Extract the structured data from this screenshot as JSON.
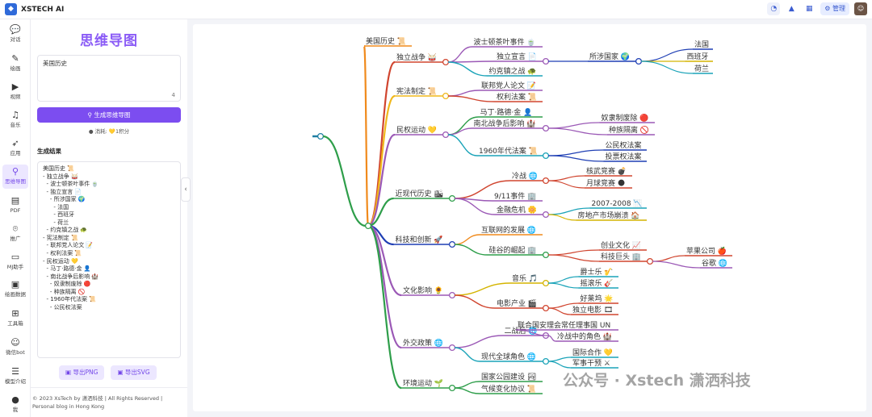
{
  "app": {
    "name": "XSTECH AI",
    "logo_glyph": "◆"
  },
  "topbar": {
    "admin_label": "⚙ 管理",
    "icons": [
      "chat-icon",
      "bell-icon",
      "gift-icon",
      "avatar"
    ]
  },
  "nav": [
    {
      "id": "chat",
      "label": "对话",
      "icon": "💬"
    },
    {
      "id": "draw",
      "label": "绘画",
      "icon": "✎"
    },
    {
      "id": "video",
      "label": "视频",
      "icon": "▶"
    },
    {
      "id": "music",
      "label": "音乐",
      "icon": "♫"
    },
    {
      "id": "apps",
      "label": "应用",
      "icon": "➶"
    },
    {
      "id": "mindmap",
      "label": "思维导图",
      "icon": "⚲"
    },
    {
      "id": "pdf",
      "label": "PDF",
      "icon": "▤"
    },
    {
      "id": "promo",
      "label": "推广",
      "icon": "⌾"
    },
    {
      "id": "mj",
      "label": "MJ助手",
      "icon": "▭"
    },
    {
      "id": "draw-db",
      "label": "绘画数据",
      "icon": "▣"
    },
    {
      "id": "toolbox",
      "label": "工具箱",
      "icon": "⊞"
    },
    {
      "id": "wechat-bot",
      "label": "微信bot",
      "icon": "☺"
    },
    {
      "id": "models",
      "label": "模型介绍",
      "icon": "☰"
    },
    {
      "id": "me",
      "label": "我",
      "icon": "●"
    }
  ],
  "panel": {
    "title": "思维导图",
    "prompt_value": "美国历史",
    "char_count": "4",
    "generate_label": "生成思维导图",
    "cost_text": "消耗: 💛1积分",
    "result_title": "生成结果",
    "result_lines": [
      "美国历史 📜",
      "- 独立战争 🥁",
      "  - 波士顿茶叶事件 🍵",
      "  - 独立宣言 📄",
      "    - 所涉国家 🌍",
      "      - 法国",
      "      - 西班牙",
      "      - 荷兰",
      "  - 约克镇之战 🐢",
      "- 宪法制定 📜",
      "  - 联邦党人论文 📝",
      "  - 权利法案 📜",
      "- 民权运动 💛",
      "  - 马丁·路德·金 👤",
      "  - 南北战争后影响 🏰",
      "    - 奴隶制废除 🔴",
      "    - 种族隔离 🚫",
      "  - 1960年代法案 📜",
      "    - 公民权法案"
    ],
    "export_png": "导出PNG",
    "export_svg": "导出SVG",
    "footer_text": "© 2023 XsTech by 潇洒科技 | All Rights Reserved | Personal blog in Hong Kong"
  },
  "watermark": "公众号 · Xstech 潇洒科技",
  "mindmap": {
    "root": {
      "label": "",
      "color": "#1f7fa3"
    },
    "branches": [
      {
        "label": "美国历史 📜",
        "color": "#f08a1c",
        "children": []
      },
      {
        "label": "独立战争 🥁",
        "color": "#d0452f",
        "children": [
          {
            "label": "波士顿茶叶事件 🍵",
            "color": "#9b59b6",
            "children": []
          },
          {
            "label": "独立宣言 📄",
            "color": "#9b59b6",
            "children": [
              {
                "label": "所涉国家 🌍",
                "color": "#1f3fb4",
                "children": [
                  {
                    "label": "法国",
                    "color": "#1f3fb4"
                  },
                  {
                    "label": "西班牙",
                    "color": "#d4b400"
                  },
                  {
                    "label": "荷兰",
                    "color": "#1aa3b8"
                  }
                ]
              }
            ]
          },
          {
            "label": "约克镇之战 🐢",
            "color": "#1aa3b8",
            "children": []
          }
        ]
      },
      {
        "label": "宪法制定 📜",
        "color": "#f0b81c",
        "children": [
          {
            "label": "联邦党人论文 📝",
            "color": "#9b59b6",
            "children": []
          },
          {
            "label": "权利法案 📜",
            "color": "#d0452f",
            "children": []
          }
        ]
      },
      {
        "label": "民权运动 💛",
        "color": "#9b59b6",
        "children": [
          {
            "label": "马丁·路德·金 👤",
            "color": "#2e9e4a",
            "children": []
          },
          {
            "label": "南北战争后影响 🏰",
            "color": "#9b59b6",
            "children": [
              {
                "label": "奴隶制废除 🔴",
                "color": "#9b59b6"
              },
              {
                "label": "种族隔离 🚫",
                "color": "#9b59b6"
              }
            ]
          },
          {
            "label": "1960年代法案 📜",
            "color": "#1aa3b8",
            "children": [
              {
                "label": "公民权法案",
                "color": "#1f3fb4"
              },
              {
                "label": "投票权法案",
                "color": "#1f3fb4"
              }
            ]
          }
        ]
      },
      {
        "label": "近现代历史 🏙",
        "color": "#2e9e4a",
        "children": [
          {
            "label": "冷战 🌐",
            "color": "#d0452f",
            "children": [
              {
                "label": "核武竞赛 💣",
                "color": "#d0452f"
              },
              {
                "label": "月球竞赛 🌑",
                "color": "#d0452f"
              }
            ]
          },
          {
            "label": "9/11事件 🏢",
            "color": "#9b59b6",
            "children": []
          },
          {
            "label": "金融危机 🌼",
            "color": "#9b59b6",
            "children": [
              {
                "label": "2007-2008 📉",
                "color": "#1aa3b8"
              },
              {
                "label": "房地产市场崩溃 🏠",
                "color": "#d4b400"
              }
            ]
          }
        ]
      },
      {
        "label": "科技和创新 🚀",
        "color": "#1f3fb4",
        "children": [
          {
            "label": "互联网的发展 🌐",
            "color": "#f08a1c",
            "children": []
          },
          {
            "label": "硅谷的崛起 🏢",
            "color": "#2e9e4a",
            "children": [
              {
                "label": "创业文化 📈",
                "color": "#d0452f"
              },
              {
                "label": "科技巨头 🏢",
                "color": "#d0452f",
                "children": [
                  {
                    "label": "苹果公司 🍎",
                    "color": "#d0452f"
                  },
                  {
                    "label": "谷歌 🌐",
                    "color": "#9b59b6"
                  }
                ]
              }
            ]
          }
        ]
      },
      {
        "label": "文化影响 🌻",
        "color": "#9b59b6",
        "children": [
          {
            "label": "音乐 🎵",
            "color": "#d4b400",
            "children": [
              {
                "label": "爵士乐 🎷",
                "color": "#1aa3b8"
              },
              {
                "label": "摇滚乐 🎸",
                "color": "#1aa3b8"
              }
            ]
          },
          {
            "label": "电影产业 🎬",
            "color": "#d0452f",
            "children": [
              {
                "label": "好莱坞 🌟",
                "color": "#d0452f"
              },
              {
                "label": "独立电影 🎞",
                "color": "#d0452f"
              }
            ]
          }
        ]
      },
      {
        "label": "外交政策 🌐",
        "color": "#9b59b6",
        "children": [
          {
            "label": "二战后 🌐",
            "color": "#9b59b6",
            "children": [
              {
                "label": "联合国安理会常任理事国 UN",
                "color": "#9b59b6"
              },
              {
                "label": "冷战中的角色 🏰",
                "color": "#9b59b6"
              }
            ]
          },
          {
            "label": "现代全球角色 🌐",
            "color": "#1aa3b8",
            "children": [
              {
                "label": "国际合作 💛",
                "color": "#1aa3b8"
              },
              {
                "label": "军事干预 ⚔",
                "color": "#1aa3b8"
              }
            ]
          }
        ]
      },
      {
        "label": "环境运动 🌱",
        "color": "#2e9e4a",
        "children": [
          {
            "label": "国家公园建设 🏞",
            "color": "#2e9e4a",
            "children": []
          },
          {
            "label": "气候变化协议 📜",
            "color": "#2e9e4a",
            "children": []
          }
        ]
      }
    ]
  }
}
